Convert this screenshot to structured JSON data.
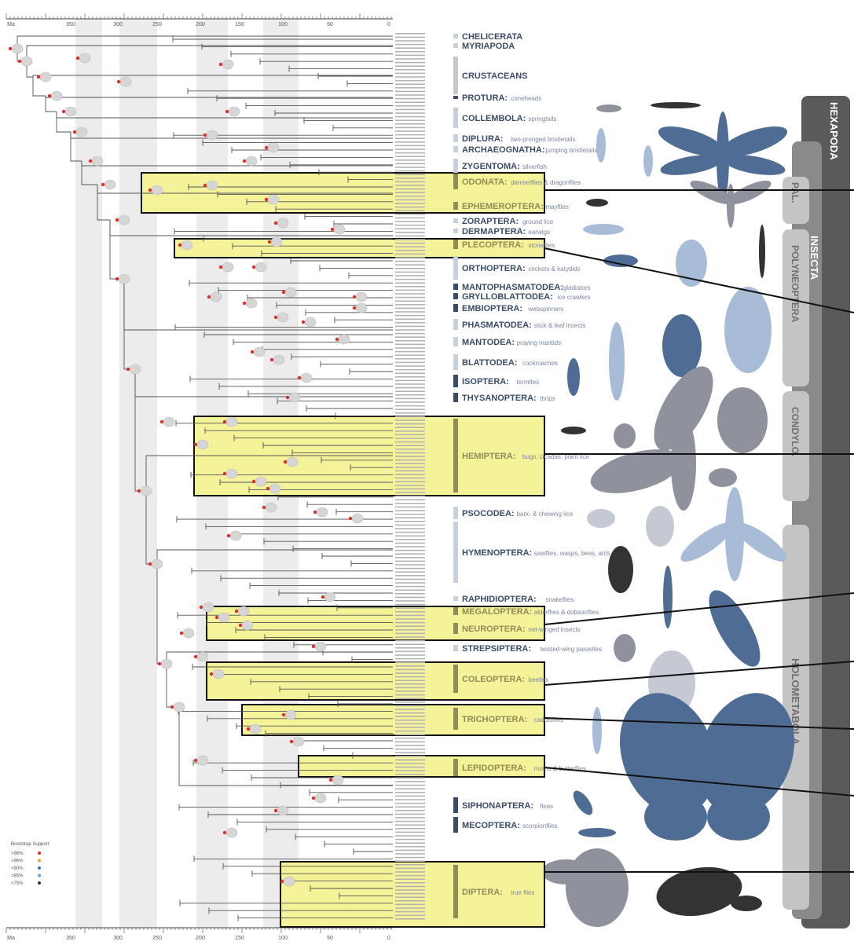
{
  "axis": {
    "ticks": [
      "Ma",
      "350",
      "300",
      "250",
      "200",
      "150",
      "100",
      "50",
      "0"
    ]
  },
  "clades": {
    "hexapoda": "HEXAPODA",
    "insecta": "INSECTA",
    "palaeoptera": "PAL.",
    "polyneoptera": "POLYNEOPTERA",
    "condylognatha": "CONDYLO.",
    "holometabola": "HOLOMETABOLA"
  },
  "orders": [
    {
      "name": "CHELICERATA",
      "common": ""
    },
    {
      "name": "MYRIAPODA",
      "common": ""
    },
    {
      "name": "CRUSTACEANS",
      "common": ""
    },
    {
      "name": "PROTURA:",
      "common": "coneheads"
    },
    {
      "name": "COLLEMBOLA:",
      "common": "springtails"
    },
    {
      "name": "DIPLURA:",
      "common": "two-pronged bristletails"
    },
    {
      "name": "ARCHAEOGNATHA:",
      "common": "jumping bristletails"
    },
    {
      "name": "ZYGENTOMA:",
      "common": "silverfish"
    },
    {
      "name": "ODONATA:",
      "common": "damselflies & dragonflies"
    },
    {
      "name": "EPHEMEROPTERA:",
      "common": "mayflies"
    },
    {
      "name": "ZORAPTERA:",
      "common": "ground lice"
    },
    {
      "name": "DERMAPTERA:",
      "common": "earwigs"
    },
    {
      "name": "PLECOPTERA:",
      "common": "stoneflies"
    },
    {
      "name": "ORTHOPTERA:",
      "common": "crickets & katydids"
    },
    {
      "name": "MANTOPHASMATODEA:",
      "common": "gladiators"
    },
    {
      "name": "GRYLLOBLATTODEA:",
      "common": "ice crawlers"
    },
    {
      "name": "EMBIOPTERA:",
      "common": "webspinners"
    },
    {
      "name": "PHASMATODEA:",
      "common": "stick & leaf insects"
    },
    {
      "name": "MANTODEA:",
      "common": "praying mantids"
    },
    {
      "name": "BLATTODEA:",
      "common": "cockroaches"
    },
    {
      "name": "ISOPTERA:",
      "common": "termites"
    },
    {
      "name": "THYSANOPTERA:",
      "common": "thrips"
    },
    {
      "name": "HEMIPTERA:",
      "common": "bugs, cicadas, plant lice"
    },
    {
      "name": "PSOCODEA:",
      "common": "bark- & chewing lice"
    },
    {
      "name": "HYMENOPTERA:",
      "common": "sawflies, wasps, bees, ants"
    },
    {
      "name": "RAPHIDIOPTERA:",
      "common": "snakeflies"
    },
    {
      "name": "MEGALOPTERA:",
      "common": "alderflies & dobsonflies"
    },
    {
      "name": "NEUROPTERA:",
      "common": "net-winged insects"
    },
    {
      "name": "STREPSIPTERA:",
      "common": "twisted-wing parasites"
    },
    {
      "name": "COLEOPTERA:",
      "common": "beetles"
    },
    {
      "name": "TRICHOPTERA:",
      "common": "caddisflies"
    },
    {
      "name": "LEPIDOPTERA:",
      "common": "moths & butterflies"
    },
    {
      "name": "SIPHONAPTERA:",
      "common": "fleas"
    },
    {
      "name": "MECOPTERA:",
      "common": "scorpionflies"
    },
    {
      "name": "DIPTERA:",
      "common": "true flies"
    }
  ],
  "legend": {
    "title": "Bootstrap Support",
    "items": [
      ">98%",
      ">96%",
      ">90%",
      ">85%",
      ">75%"
    ],
    "colors": [
      "#d9302b",
      "#e8a23a",
      "#3a6fb0",
      "#58a6c8",
      "#333333"
    ]
  },
  "colors": {
    "highlight": "#f5f39a",
    "grayband": "#ececec",
    "tab_dark": "#5a5a5a",
    "tab_mid": "#8a8a8a",
    "tab_light": "#c4c4c4",
    "silhouette_blue": "#4f6d94",
    "silhouette_light": "#a9bcd7",
    "silhouette_gray": "#8f929c"
  }
}
